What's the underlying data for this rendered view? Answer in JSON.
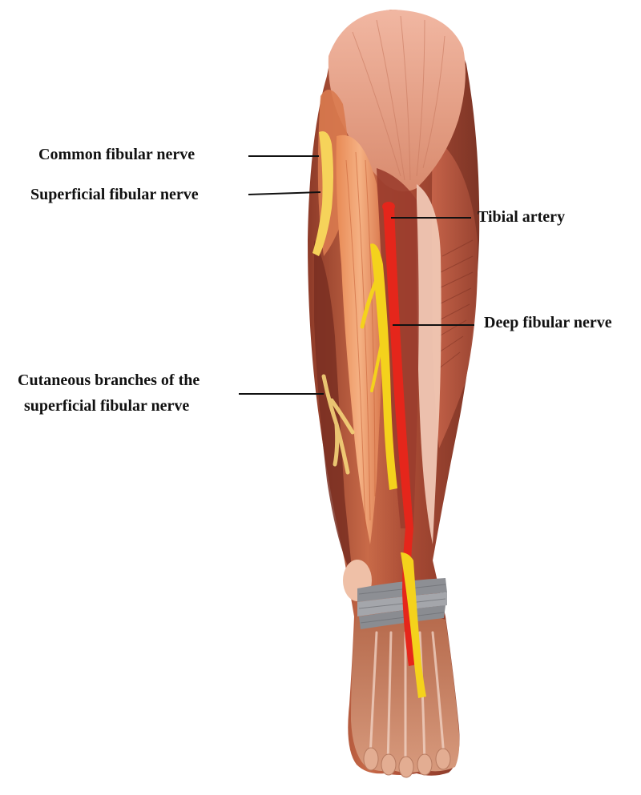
{
  "labels": {
    "common_fibular_nerve": "Common fibular nerve",
    "superficial_fibular_nerve": "Superficial fibular nerve",
    "tibial_artery": "Tibial artery",
    "deep_fibular_nerve": "Deep fibular nerve",
    "cutaneous_branches_line1": "Cutaneous branches of the",
    "cutaneous_branches_line2": "superficial fibular nerve"
  },
  "colors": {
    "artery": "#e5261b",
    "nerve": "#f4d21c",
    "muscle_dark": "#8a3b2a",
    "muscle_mid": "#c8603f",
    "muscle_light": "#e9a07d",
    "skin_pale": "#efc2a8",
    "retinaculum": "#8d8f94",
    "label_text": "#111111"
  }
}
